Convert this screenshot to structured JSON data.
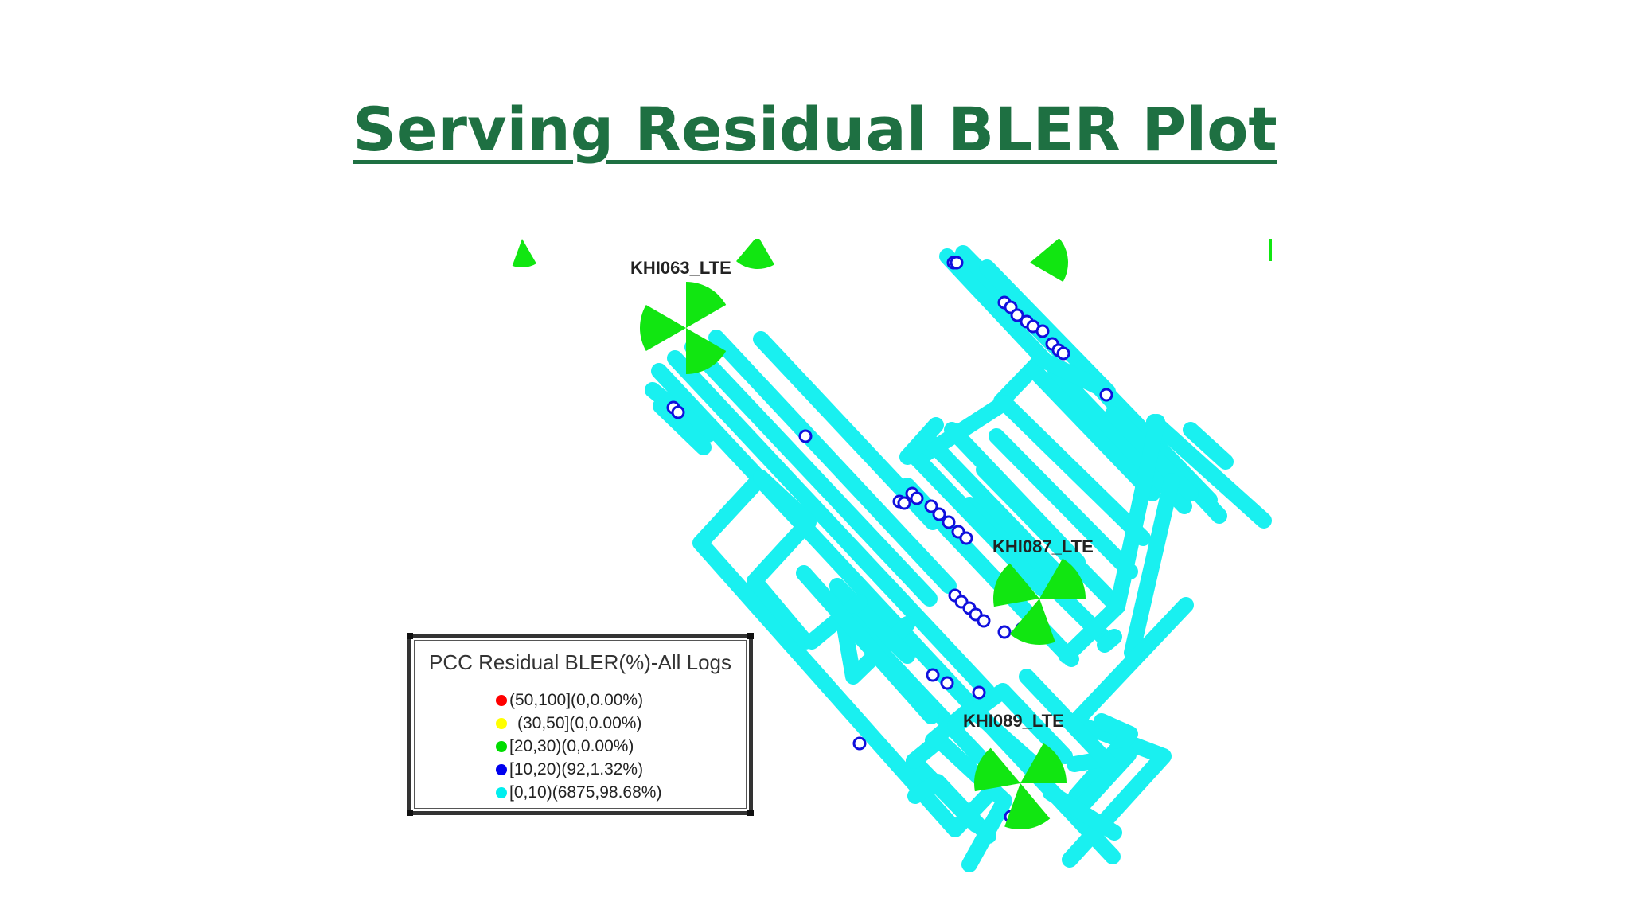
{
  "title": "Serving Residual BLER Plot",
  "colors": {
    "title": "#1e7042",
    "route": "#19f0f0",
    "site": "#11e611",
    "dot": "#1010dd"
  },
  "sites": [
    {
      "name": "KHI063_LTE"
    },
    {
      "name": "KHI087_LTE"
    },
    {
      "name": "KHI089_LTE"
    }
  ],
  "legend": {
    "title": "PCC Residual BLER(%)-All Logs",
    "items": [
      {
        "label": "(50,100](0,0.00%)",
        "color": "#ff0000"
      },
      {
        "label": "(30,50](0,0.00%)",
        "color": "#ffff00"
      },
      {
        "label": "[20,30)(0,0.00%)",
        "color": "#00dd00"
      },
      {
        "label": "[10,20)(92,1.32%)",
        "color": "#0000ee"
      },
      {
        "label": "[0,10)(6875,98.68%)",
        "color": "#00eeee"
      }
    ]
  }
}
